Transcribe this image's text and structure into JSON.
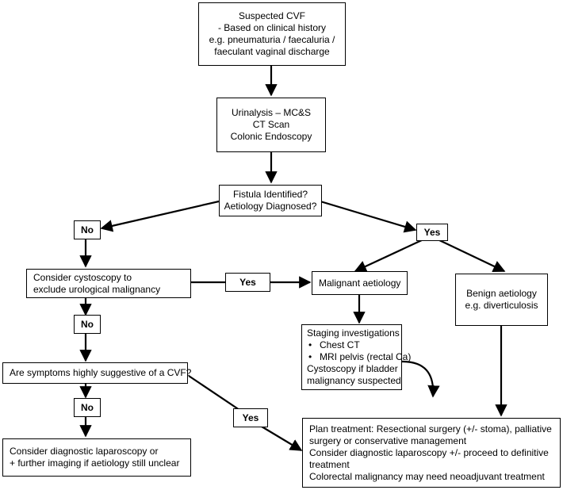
{
  "nodes": {
    "suspected": [
      "Suspected CVF",
      "- Based on clinical history",
      "e.g. pneumaturia / faecaluria /",
      "faeculant vaginal discharge"
    ],
    "urinalysis": [
      "Urinalysis – MC&S",
      "CT Scan",
      "Colonic Endoscopy"
    ],
    "fistula": [
      "Fistula Identified?",
      "Aetiology Diagnosed?"
    ],
    "no1": "No",
    "yes1": "Yes",
    "cystoscopy": [
      "Consider cystoscopy to",
      "exclude urological malignancy"
    ],
    "yes2": "Yes",
    "malignant": "Malignant aetiology",
    "benign": [
      "Benign aetiology",
      "e.g. diverticulosis"
    ],
    "no2": "No",
    "staging_title": "Staging investigations",
    "staging_bullets": [
      "Chest CT",
      "MRI pelvis (rectal Ca)"
    ],
    "staging_rest": [
      "Cystoscopy if bladder",
      "malignancy suspected"
    ],
    "symptoms": "Are symptoms highly suggestive of a CVF?",
    "no3": "No",
    "yes3": "Yes",
    "laparoscopy": [
      "Consider diagnostic laparoscopy or",
      "+ further imaging if aetiology still unclear"
    ],
    "plan": [
      "Plan treatment: Resectional surgery (+/- stoma), palliative",
      "surgery or conservative management",
      "Consider diagnostic laparoscopy +/- proceed to definitive",
      "treatment",
      "Colorectal malignancy may need neoadjuvant treatment"
    ]
  }
}
